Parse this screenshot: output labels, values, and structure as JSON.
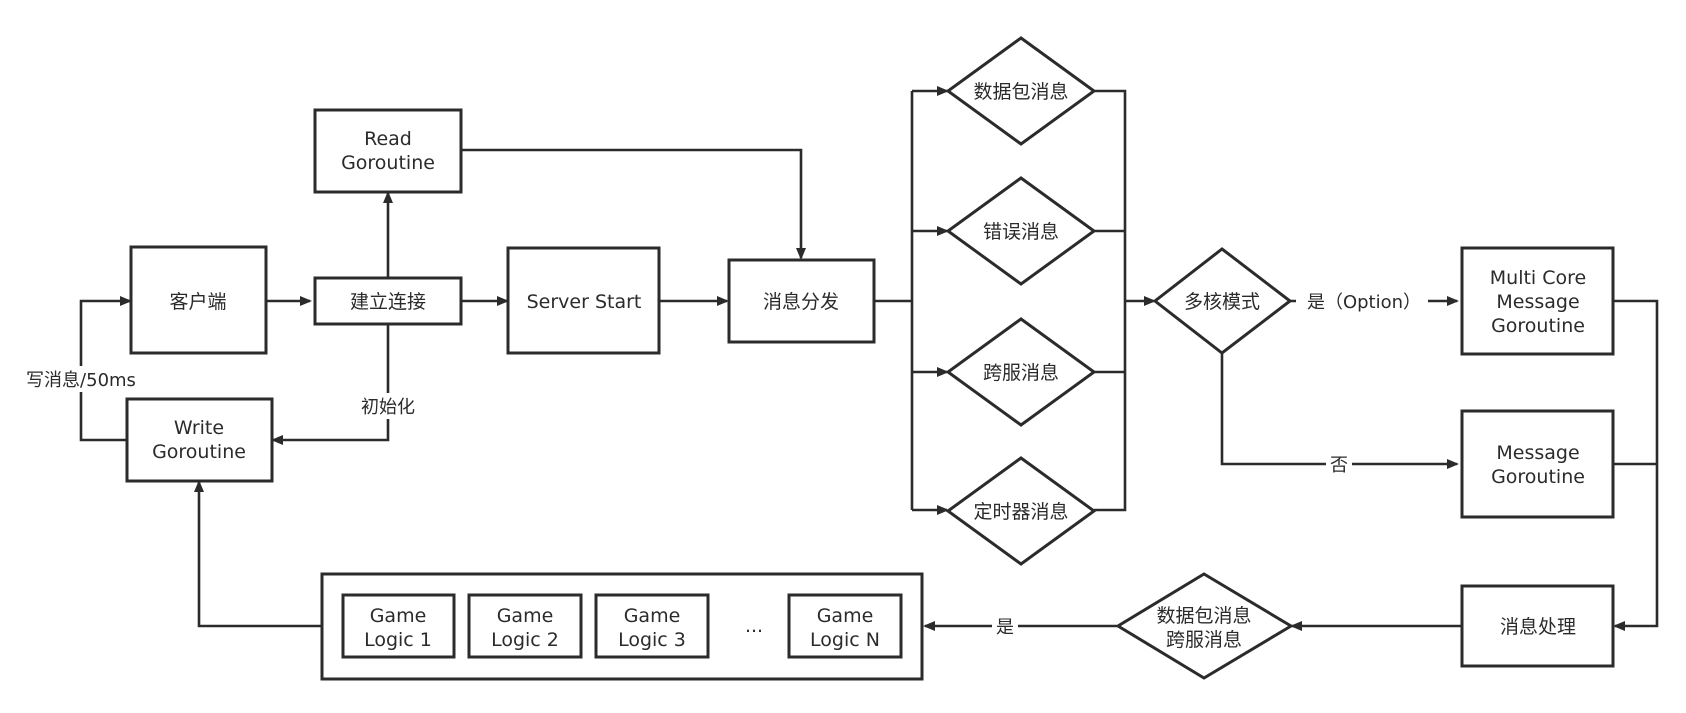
{
  "nodes": {
    "client": "客户端",
    "connect": "建立连接",
    "read": [
      "Read",
      "Goroutine"
    ],
    "write": [
      "Write",
      "Goroutine"
    ],
    "server_start": "Server Start",
    "dispatch": "消息分发",
    "packet_msg": "数据包消息",
    "error_msg": "错误消息",
    "cross_msg": "跨服消息",
    "timer_msg": "定时器消息",
    "multicore_mode": "多核模式",
    "multicore_goroutine": [
      "Multi Core",
      "Message",
      "Goroutine"
    ],
    "message_goroutine": [
      "Message",
      "Goroutine"
    ],
    "process": "消息处理",
    "packet_cross": [
      "数据包消息",
      "跨服消息"
    ],
    "logic1": [
      "Game",
      "Logic 1"
    ],
    "logic2": [
      "Game",
      "Logic 2"
    ],
    "logic3": [
      "Game",
      "Logic 3"
    ],
    "ellipsis": "...",
    "logicN": [
      "Game",
      "Logic N"
    ]
  },
  "edge_labels": {
    "write_loop": "写消息/50ms",
    "init": "初始化",
    "yes_option": "是（Option）",
    "no": "否",
    "yes": "是"
  }
}
